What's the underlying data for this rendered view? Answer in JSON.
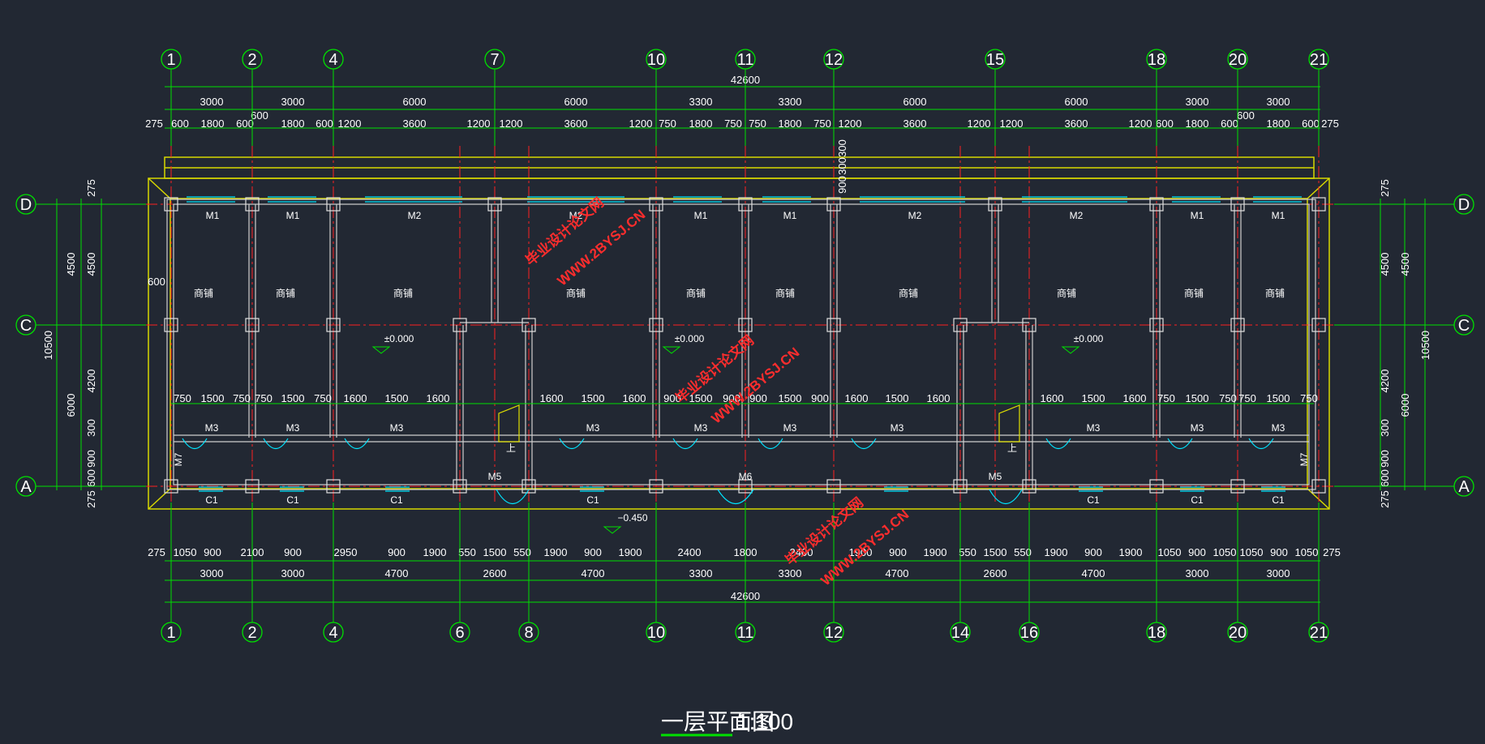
{
  "drawing": {
    "title": "一层平面图",
    "scale": "1:100",
    "colors": {
      "background": "#222833",
      "dim_line": "#00ff00",
      "axis_line": "#ff2020",
      "wall": "#cfcfcf",
      "outline": "#ffff00",
      "window": "#00e5ff",
      "watermark": "#ff2d2d"
    }
  },
  "top_axes": [
    "1",
    "2",
    "4",
    "7",
    "10",
    "11",
    "12",
    "15",
    "18",
    "20",
    "21"
  ],
  "bottom_axes": [
    "1",
    "2",
    "4",
    "6",
    "8",
    "10",
    "11",
    "12",
    "14",
    "16",
    "18",
    "20",
    "21"
  ],
  "row_axes": [
    "D",
    "C",
    "A"
  ],
  "top_total": "42600",
  "bottom_total": "42600",
  "top_dims_row2": [
    "3000",
    "3000",
    "6000",
    "6000",
    "3300",
    "3300",
    "6000",
    "6000",
    "3000",
    "3000"
  ],
  "top_dims_row3": [
    "275",
    "600",
    "1800",
    "600",
    "1800",
    "600",
    "1200",
    "3600",
    "1200",
    "1200",
    "3600",
    "1200",
    "750",
    "1800",
    "750",
    "750",
    "1800",
    "750",
    "1200",
    "3600",
    "1200",
    "1200",
    "3600",
    "1200",
    "600",
    "1800",
    "600",
    "1800",
    "600",
    "275"
  ],
  "top_col_600s": [
    "600",
    "600"
  ],
  "top_vert_dims": [
    "300",
    "900",
    "300"
  ],
  "bottom_dims_row1": [
    "275",
    "1050",
    "900",
    "2100",
    "900",
    "2950",
    "900",
    "1900",
    "550",
    "1500",
    "550",
    "1900",
    "900",
    "1900",
    "2400",
    "1800",
    "2400",
    "1900",
    "900",
    "1900",
    "550",
    "1500",
    "550",
    "1900",
    "900",
    "1900",
    "1050",
    "900",
    "1050",
    "1050",
    "900",
    "1050",
    "275"
  ],
  "bottom_dims_row2": [
    "3000",
    "3000",
    "4700",
    "2600",
    "4700",
    "3300",
    "3300",
    "4700",
    "2600",
    "4700",
    "3000",
    "3000"
  ],
  "interior_dims": [
    "750",
    "1500",
    "750",
    "750",
    "1500",
    "750",
    "1600",
    "1500",
    "1600",
    "1600",
    "1500",
    "1600",
    "900",
    "1500",
    "900",
    "900",
    "1500",
    "900",
    "1600",
    "1500",
    "1600",
    "1600",
    "1500",
    "1600",
    "750",
    "1500",
    "750",
    "750",
    "1500",
    "750"
  ],
  "left_dims_outer": [
    "10500"
  ],
  "left_dims_mid": [
    "4500",
    "6000"
  ],
  "left_dims_inner": [
    "275",
    "4500",
    "4200",
    "300",
    "900",
    "600",
    "275"
  ],
  "right_dims_outer": [
    "10500"
  ],
  "right_dims_mid": [
    "4500",
    "6000"
  ],
  "right_dims_inner": [
    "275",
    "4500",
    "4200",
    "300",
    "900",
    "600",
    "275"
  ],
  "left_600": "600",
  "door_top_labels": [
    "M1",
    "M1",
    "M2",
    "M2",
    "M1",
    "M1",
    "M2",
    "M2",
    "M1",
    "M1"
  ],
  "door_bottom_labels": [
    "M3",
    "M3",
    "M3",
    "M3",
    "M3",
    "M3",
    "M3",
    "M3",
    "M3",
    "M3"
  ],
  "window_labels": [
    "C1",
    "C1",
    "C1",
    "C1",
    "C1",
    "C1",
    "C1"
  ],
  "m7_labels": [
    "M7",
    "M7"
  ],
  "entrance_labels": [
    "M5",
    "M6",
    "M5"
  ],
  "room_labels": [
    "商铺",
    "商铺",
    "商铺",
    "商铺",
    "商铺",
    "商铺",
    "商铺",
    "商铺",
    "商铺",
    "商铺"
  ],
  "level_labels": [
    "±0.000",
    "±0.000",
    "±0.000"
  ],
  "outdoor_level": "−0.450",
  "stair_up": [
    "上",
    "上"
  ],
  "watermarks": [
    "毕业设计论文网",
    "WWW.2BYSJ.CN",
    "毕业设计论文网",
    "WWW.2BYSJ.CN",
    "毕业设计论文网",
    "WWW.2BYSJ.CN"
  ]
}
